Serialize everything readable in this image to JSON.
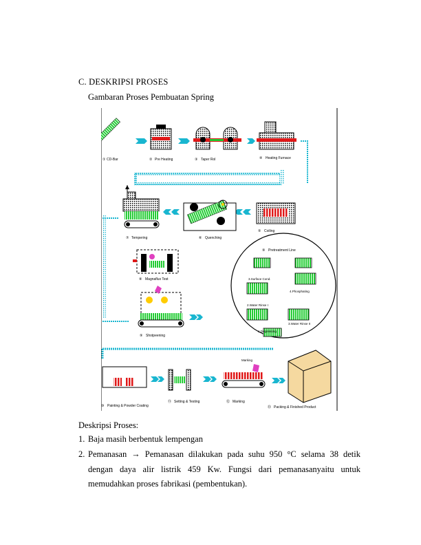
{
  "section": {
    "title": "C. DESKRIPSI PROSES"
  },
  "figure": {
    "caption": "Gambaran Proses Pembuatan Spring",
    "labels": {
      "cd_bar": "CD-Bar",
      "pre_heating": "Pre  Heating",
      "taper_roll": "Taper Rol",
      "heating_furnace": "Heating Furnace",
      "coiling": "Coiling",
      "quenching": "Quenching",
      "tempering": "Tempering",
      "pretreatment": "Pretreatment Line",
      "surface_cond": "3.Surface Cond.",
      "phosphating": "4.Phosphating",
      "water_rinse_1": "2.Water Rinse I",
      "water_rinse_2": "3.Water Rinse II",
      "degreasing": "1.Degreasing",
      "magnaflux": "Magnaflux Test",
      "shotpeening": "Shotpeening",
      "painting": "Painting & Powder Coating",
      "setting": "Setting & Testing",
      "marking": "Marking",
      "marking_small": "Marking",
      "packing": "Packing & Finished Product"
    }
  },
  "description": {
    "heading": "Deskripsi Proses:",
    "items": [
      {
        "num": "1.",
        "text": "Baja masih berbentuk lempengan"
      },
      {
        "num": "2.",
        "text": "Pemanasan → Pemanasan dilakukan pada suhu 950 °C selama 38 detik dengan daya alir listrik 459 Kw. Fungsi dari pemanasanyaitu untuk memudahkan proses fabrikasi (pembentukan)."
      }
    ]
  }
}
